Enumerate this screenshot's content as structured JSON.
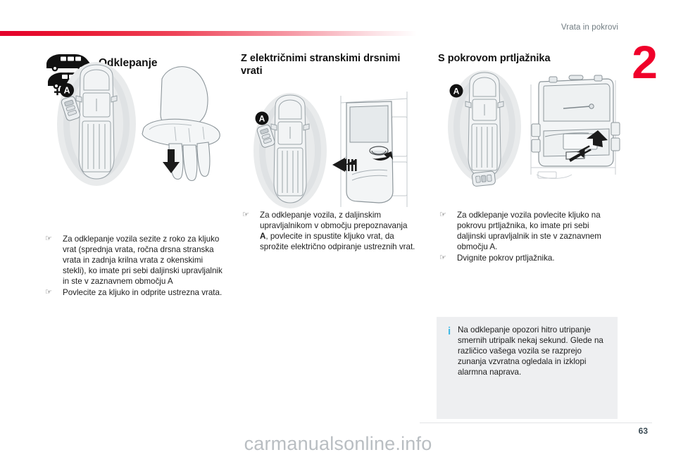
{
  "header": {
    "chapter_title": "Vrata in pokrovi",
    "chapter_number": "2"
  },
  "columns": {
    "left": {
      "title": "Odklepanje",
      "pictogram_name": "two-vans-plus-keyless-entry-icon",
      "zone_badge": "A",
      "items": [
        {
          "marker": "☞",
          "text": "Za odklepanje vozila sezite z roko za kljuko vrat (sprednja vrata, ročna drsna stranska vrata in zadnja krilna vrata z okenskimi stekli), ko imate pri sebi daljinski upravljalnik in ste v zaznavnem območju A"
        },
        {
          "marker": "☞",
          "text": "Povlecite za kljuko in odprite ustrezna vrata."
        }
      ]
    },
    "middle": {
      "title": "Z električnimi stranskimi drsnimi vrati",
      "zone_badge": "A",
      "items": [
        {
          "marker": "☞",
          "text_part1": "Za odklepanje vozila, z daljinskim upravljalnikom v območju prepoznavanja ",
          "bold": "A",
          "text_part2": ", povlecite in spustite kljuko vrat, da sprožite električno odpiranje ustreznih vrat."
        }
      ]
    },
    "right": {
      "title": "S pokrovom prtljažnika",
      "zone_badge": "A",
      "items": [
        {
          "marker": "☞",
          "text": "Za odklepanje vozila povlecite kljuko na pokrovu prtljažnika, ko imate pri sebi daljinski upravljalnik in ste v zaznavnem območju A."
        },
        {
          "marker": "☞",
          "text": "Dvignite pokrov prtljažnika."
        }
      ]
    }
  },
  "info_box": {
    "icon": "i",
    "text": "Na odklepanje opozori hitro utripanje smernih utripalk nekaj sekund. Glede na različico vašega vozila se razprejo zunanja vzvratna ogledala in izklopi alarmna naprava."
  },
  "footer": {
    "page_number": "63",
    "watermark": "carmanualsonline.info"
  },
  "colors": {
    "accent_red": "#f0002a",
    "info_blue": "#3fb9e5",
    "info_bg": "#eeeff1",
    "header_gray": "#707b81"
  }
}
